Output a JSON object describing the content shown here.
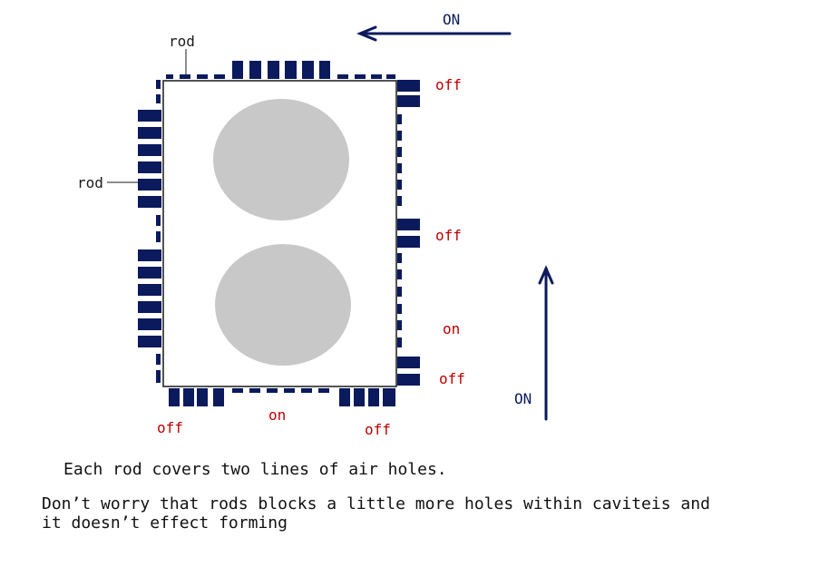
{
  "labels": {
    "rod_top": "rod",
    "rod_left": "rod",
    "on_top_arrow": "ON",
    "on_right_arrow": "ON",
    "right_off_1": "off",
    "right_off_2": "off",
    "right_on": "on",
    "right_off_3": "off",
    "bottom_off_left": "off",
    "bottom_on": "on",
    "bottom_off_right": "off"
  },
  "notes": {
    "line1": "Each rod  covers  two lines of air holes.",
    "line2": "Don’t worry that rods blocks a little more holes within caviteis and",
    "line3": "it doesn’t effect forming"
  },
  "colors": {
    "rod": "#0a1a5c",
    "off_text": "#c00000",
    "cavity": "#c8c8c8",
    "frame": "#1a1a1a"
  }
}
